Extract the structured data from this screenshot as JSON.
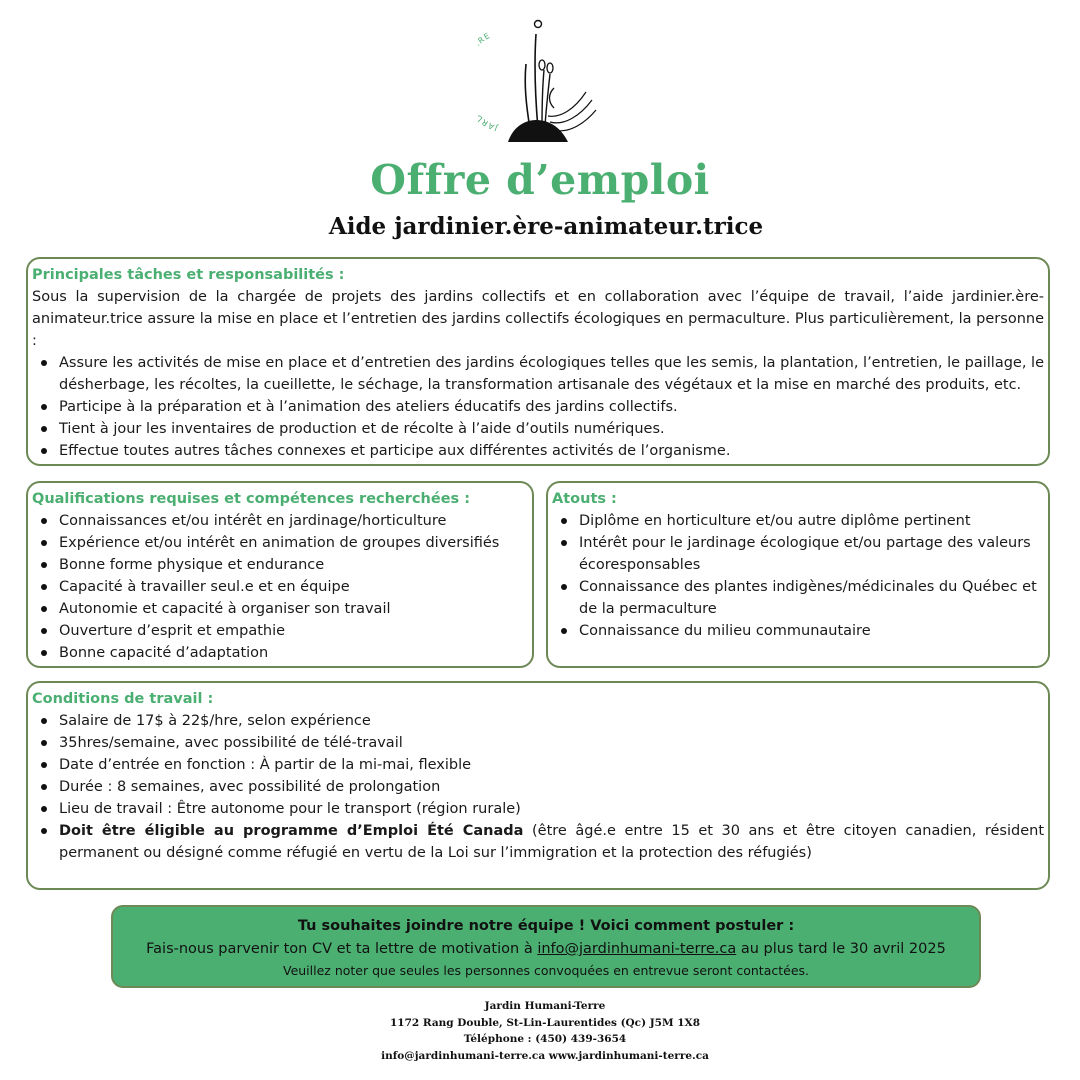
{
  "logo": {
    "icon": "jardin-logo",
    "ring_text": "JARDIN HUMANI-TERRE",
    "colors": {
      "ring": "#4caf72",
      "plant": "#111111"
    }
  },
  "header": {
    "title": "Offre d’emploi",
    "subtitle": "Aide jardinier.ère-animateur.trice"
  },
  "tasks": {
    "heading": "Principales tâches et responsabilités :",
    "intro": "Sous la supervision de la chargée de projets des jardins collectifs et en collaboration avec l’équipe de travail, l’aide jardinier.ère-animateur.trice assure la mise en place et l’entretien des jardins collectifs écologiques en permaculture. Plus particulièrement, la personne :",
    "items": [
      "Assure les activités de mise en place et d’entretien des jardins écologiques telles que les semis, la plantation, l’entretien, le paillage, le désherbage, les récoltes, la cueillette, le séchage, la transformation artisanale des végétaux et la mise en marché des produits, etc.",
      "Participe à la préparation et à l’animation des ateliers éducatifs des jardins collectifs.",
      "Tient à jour les inventaires de production et de récolte à l’aide d’outils numériques.",
      "Effectue toutes autres tâches connexes et participe aux différentes activités de l’organisme."
    ]
  },
  "qualifications": {
    "heading": "Qualifications requises et compétences recherchées :",
    "items": [
      "Connaissances et/ou intérêt en jardinage/horticulture",
      "Expérience et/ou intérêt en animation de groupes diversifiés",
      "Bonne forme physique et endurance",
      "Capacité à travailler seul.e et en équipe",
      "Autonomie et capacité à organiser son travail",
      "Ouverture d’esprit et empathie",
      "Bonne capacité d’adaptation"
    ]
  },
  "assets": {
    "heading": "Atouts :",
    "items": [
      "Diplôme en horticulture et/ou autre diplôme pertinent",
      "Intérêt pour le jardinage écologique et/ou partage des valeurs écoresponsables",
      "Connaissance des plantes indigènes/médicinales du Québec et de la permaculture",
      "Connaissance du milieu communautaire"
    ]
  },
  "conditions": {
    "heading": "Conditions de travail :",
    "items": [
      "Salaire de 17$ à 22$/hre, selon expérience",
      "35hres/semaine, avec possibilité de télé-travail",
      "Date d’entrée en fonction : À partir de la mi-mai, flexible",
      "Durée : 8 semaines, avec possibilité de prolongation",
      "Lieu de travail : Être autonome pour le transport (région rurale)"
    ],
    "last_bold": "Doit être éligible au programme d’Emploi Été Canada",
    "last_rest": " (être âgé.e entre 15 et 30 ans et être citoyen canadien, résident permanent ou désigné comme réfugié en vertu de la Loi sur l’immigration et la protection des réfugiés)"
  },
  "cta": {
    "line1": "Tu souhaites joindre notre équipe ! Voici comment postuler :",
    "line2_before": "Fais-nous parvenir ton CV et ta lettre de motivation à ",
    "email": "info@jardinhumani-terre.ca",
    "line2_after": " au plus tard le 30 avril 2025",
    "line3": "Veuillez noter que seules les personnes convoquées en entrevue seront contactées."
  },
  "footer": {
    "name": "Jardin Humani-Terre",
    "address": "1172 Rang Double, St-Lin-Laurentides (Qc) J5M 1X8",
    "phone": "Téléphone : (450) 439-3654",
    "contact": "info@jardinhumani-terre.ca www.jardinhumani-terre.ca"
  },
  "colors": {
    "accent": "#4caf72",
    "border": "#6d8a56"
  }
}
